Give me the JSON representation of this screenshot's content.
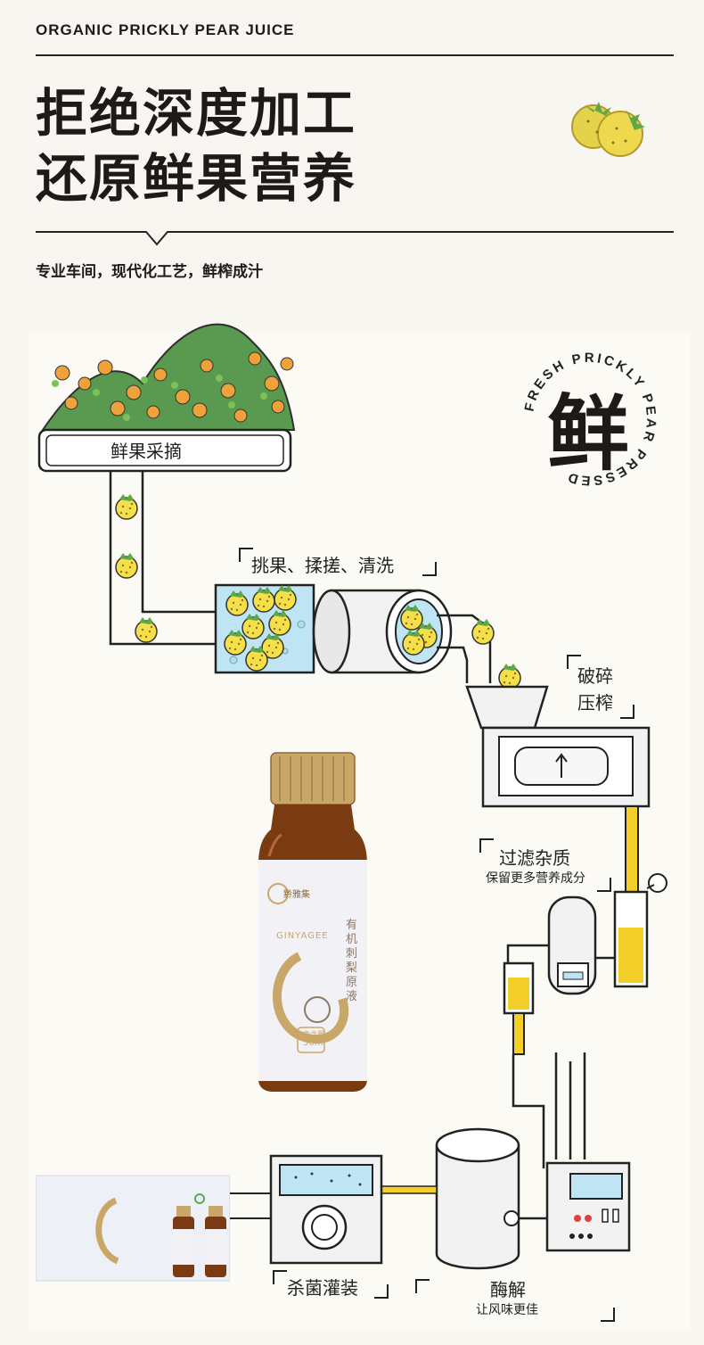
{
  "brand_title": "ORGANIC PRICKLY PEAR JUICE",
  "headline": {
    "line1": "拒绝深度加工",
    "line2": "还原鲜果营养"
  },
  "tagline": "专业车间，现代化工艺，鲜榨成汁",
  "badge": {
    "ring_text": "FRESH PRICKLY PEAR PRESSED",
    "center_char": "鲜"
  },
  "steps": {
    "picking": "鲜果采摘",
    "wash": "挑果、揉搓、清洗",
    "crush_line1": "破碎",
    "crush_line2": "压榨",
    "filter": "过滤杂质",
    "filter_sub": "保留更多营养成分",
    "sterilize": "杀菌灌装",
    "enzyme": "酶解",
    "enzyme_sub": "让风味更佳"
  },
  "product": {
    "brand_cn": "黔雅集",
    "brand_en": "GINYAGEE",
    "name": "有机刺梨原液",
    "volume_label": "净含量",
    "volume": "50ml"
  },
  "colors": {
    "accent_yellow": "#f3cf2a",
    "fruit_yellow": "#f5e04a",
    "leaf_green": "#5fa84a",
    "ink": "#222222",
    "amber": "#7a3a12",
    "gold": "#c9a769"
  }
}
